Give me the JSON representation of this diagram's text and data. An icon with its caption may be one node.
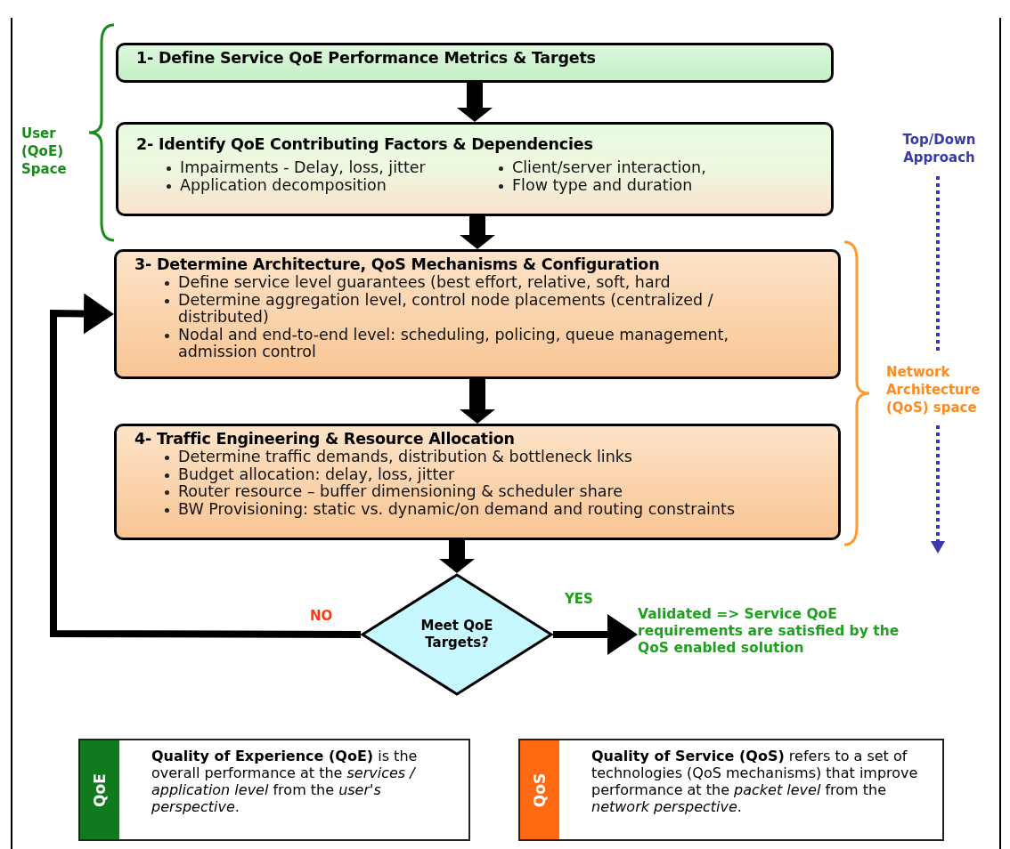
{
  "diagram": {
    "nodes": [
      {
        "text": [
          "1- Define Service QoE Performance Metrics & Targets"
        ]
      },
      {
        "text": [
          "2- Identify QoE Contributing Factors &  Dependencies",
          "Impairments - Delay, loss, jitter",
          "Client/server interaction,",
          "Application decomposition",
          "Flow type and duration"
        ]
      },
      {
        "text": [
          "3- Determine Architecture, QoS Mechanisms & Configuration",
          "Define service level guarantees (best effort, relative, soft, hard",
          "Determine aggregation level, control node placements (centralized / distributed)",
          "Nodal and end-to-end level: scheduling, policing, queue management, admission control"
        ]
      },
      {
        "text": [
          "4- Traffic Engineering & Resource Allocation",
          "Determine traffic demands, distribution & bottleneck links",
          "Budget allocation: delay, loss, jitter",
          "Router resource – buffer dimensioning & scheduler share",
          "BW Provisioning: static vs. dynamic/on demand and routing constraints"
        ]
      },
      {
        "text": [
          "Meet QoE Targets?"
        ]
      },
      {
        "text": [
          "Validated => Service QoE requirements are satisfied by the QoS enabled solution"
        ]
      },
      {
        "text": [
          "QoE",
          "**Quality of Experience (QoE)** is the overall performance at the *services / application level* from the *user's perspective*."
        ]
      },
      {
        "text": [
          "QoS",
          "**Quality of Service (QoS)** refers to a set of technologies (QoS mechanisms) that improve performance at the *packet level* from the *network perspective*."
        ]
      }
    ],
    "edges": [
      {
        "from": 0,
        "to": 1,
        "arrow": "to"
      },
      {
        "from": 1,
        "to": 2,
        "arrow": "to"
      },
      {
        "from": 2,
        "to": 3,
        "arrow": "to"
      },
      {
        "from": 3,
        "to": 4,
        "arrow": "to"
      },
      {
        "from": 4,
        "to": 5,
        "arrow": "to",
        "label": "YES"
      },
      {
        "from": 4,
        "to": 2,
        "arrow": "to",
        "label": "NO"
      }
    ],
    "labels": [
      "User (QoE) Space",
      "Top/Down Approach",
      "Network Architecture (QoS) space"
    ]
  }
}
